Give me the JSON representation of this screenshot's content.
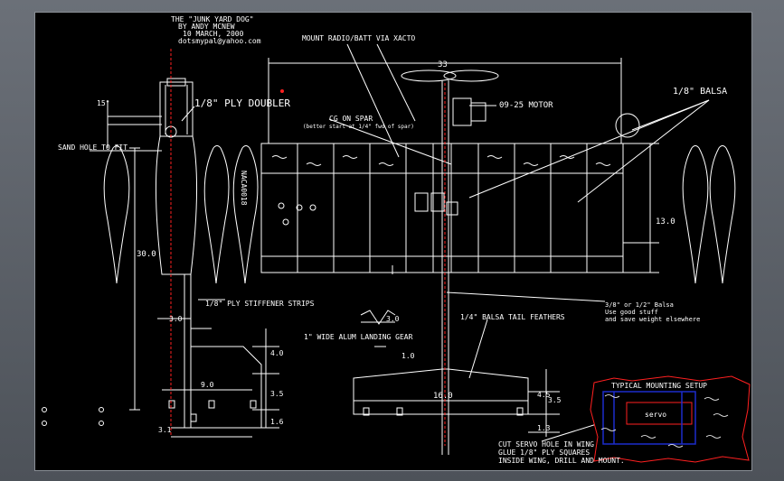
{
  "title_block": {
    "line1": "THE \"JUNK YARD DOG\"",
    "line2": "BY ANDY MCNEW",
    "line3": "10 MARCH, 2000",
    "line4": "dotsmypal@yahoo.com"
  },
  "labels": {
    "mount_radio": "MOUNT RADIO/BATT VIA XACTO",
    "ply_doubler": "1/8\" PLY DOUBLER",
    "balsa_18": "1/8\" BALSA",
    "motor": "09-25 MOTOR",
    "cg_on_spar": "CG ON SPAR",
    "cg_note": "(better start at 1/4\" fwd of spar)",
    "sand_hole": "SAND HOLE TO FIT",
    "airfoil": "NACA0018",
    "stiffener": "1/8\" PLY STIFFENER STRIPS",
    "landing_gear": "1\" WIDE ALUM LANDING GEAR",
    "tail_feathers": "1/4\" BALSA TAIL FEATHERS",
    "balsa_note1": "3/8\" or 1/2\" Balsa",
    "balsa_note2": "Use good stuff",
    "balsa_note3": "and save weight elsewhere",
    "mounting_setup": "TYPICAL MOUNTING SETUP",
    "servo": "servo",
    "servo_note1": "CUT SERVO HOLE IN WING",
    "servo_note2": "GLUE 1/8\" PLY SQUARES",
    "servo_note3": "INSIDE WING, DRILL AND MOUNT."
  },
  "dimensions": {
    "span": "33",
    "angle": "15°",
    "chord": "13.0",
    "fuselage_len": "30.0",
    "d_3_0": "3.0",
    "d_9_0": "9.0",
    "d_4_0": "4.0",
    "d_3_5": "3.5",
    "d_1_6": "1.6",
    "d_3_1": "3.1",
    "gear_3_0": "3.0",
    "gear_1_0": "1.0",
    "stab_16_0": "16.0",
    "stab_4_5": "4.5",
    "stab_3_5": "3.5",
    "stab_1_3": "1.3"
  },
  "colors": {
    "background": "#000000",
    "lines": "#ffffff",
    "centerline": "#ff2020",
    "mount_outline": "#ff2020",
    "mount_blue": "#1c2ccc"
  }
}
